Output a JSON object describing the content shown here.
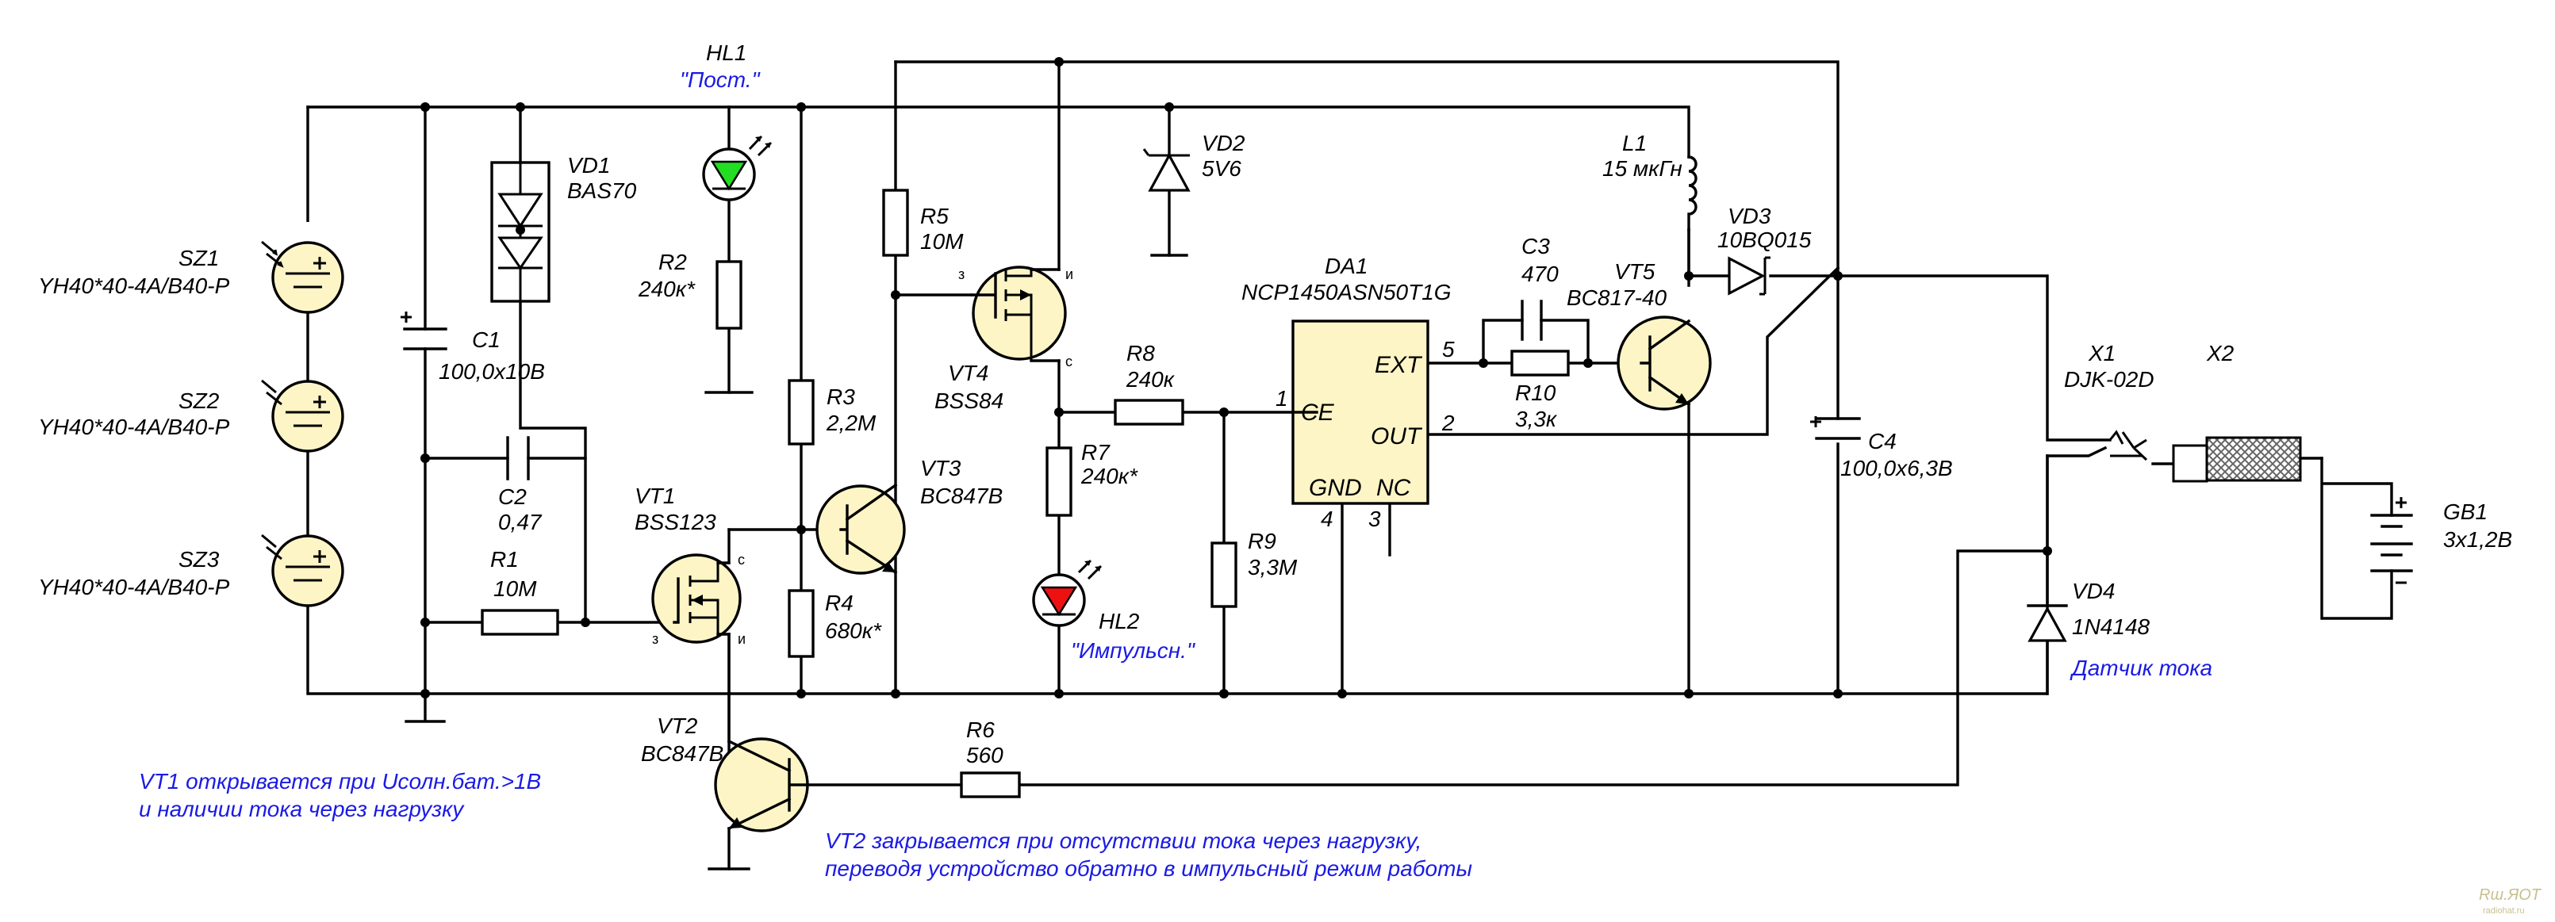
{
  "components": {
    "sz1": {
      "ref": "SZ1",
      "value": "YH40*40-4A/B40-P"
    },
    "sz2": {
      "ref": "SZ2",
      "value": "YH40*40-4A/B40-P"
    },
    "sz3": {
      "ref": "SZ3",
      "value": "YH40*40-4A/B40-P"
    },
    "c1": {
      "ref": "C1",
      "value": "100,0x10B"
    },
    "c2": {
      "ref": "C2",
      "value": "0,47"
    },
    "r1": {
      "ref": "R1",
      "value": "10M"
    },
    "vd1": {
      "ref": "VD1",
      "value": "BAS70"
    },
    "hl1": {
      "ref": "HL1",
      "value": "\"Пост.\""
    },
    "r2": {
      "ref": "R2",
      "value": "240к*"
    },
    "vt1": {
      "ref": "VT1",
      "value": "BSS123"
    },
    "r3": {
      "ref": "R3",
      "value": "2,2M"
    },
    "r4": {
      "ref": "R4",
      "value": "680к*"
    },
    "vt3": {
      "ref": "VT3",
      "value": "BC847B"
    },
    "r5": {
      "ref": "R5",
      "value": "10M"
    },
    "vt4": {
      "ref": "VT4",
      "value": "BSS84"
    },
    "r8": {
      "ref": "R8",
      "value": "240к"
    },
    "r7": {
      "ref": "R7",
      "value": "240к*"
    },
    "hl2": {
      "ref": "HL2",
      "value": "\"Импульсн.\""
    },
    "r9": {
      "ref": "R9",
      "value": "3,3M"
    },
    "vd2": {
      "ref": "VD2",
      "value": "5V6"
    },
    "da1": {
      "ref": "DA1",
      "value": "NCP1450ASN50T1G"
    },
    "c3": {
      "ref": "C3",
      "value": "470"
    },
    "r10": {
      "ref": "R10",
      "value": "3,3к"
    },
    "vt5": {
      "ref": "VT5",
      "value": "BC817-40"
    },
    "l1": {
      "ref": "L1",
      "value": "15 мкГн"
    },
    "vd3": {
      "ref": "VD3",
      "value": "10BQ015"
    },
    "c4": {
      "ref": "C4",
      "value": "100,0x6,3B"
    },
    "x1": {
      "ref": "X1",
      "value": "DJK-02D"
    },
    "x2": {
      "ref": "X2"
    },
    "gb1": {
      "ref": "GB1",
      "value": "3x1,2B"
    },
    "vd4": {
      "ref": "VD4",
      "value": "1N4148",
      "note": "Датчик тока"
    },
    "vt2": {
      "ref": "VT2",
      "value": "BC847B"
    },
    "r6": {
      "ref": "R6",
      "value": "560"
    }
  },
  "chip_pins": {
    "ce": "CE",
    "ext": "EXT",
    "out": "OUT",
    "gnd": "GND",
    "nc": "NC",
    "n1": "1",
    "n2": "2",
    "n3": "3",
    "n4": "4",
    "n5": "5"
  },
  "fet_pins": {
    "g": "з",
    "d": "с",
    "s": "и"
  },
  "notes": {
    "vt1_line1": "VT1 открывается при Uсолн.бат.>1В",
    "vt1_line2": "и наличии тока через нагрузку",
    "vt2_line1": "VT2 закрывается при отсутствии тока через нагрузку,",
    "vt2_line2": "переводя устройство обратно в импульсный режим работы"
  },
  "watermark": {
    "logo": "Rш.ЯOT",
    "site": "radiohat.ru"
  },
  "colors": {
    "cell_fill": "#fdf5c6",
    "led_green": "#22dd22",
    "led_red": "#ee1111",
    "note_blue": "#1a1ae6"
  }
}
